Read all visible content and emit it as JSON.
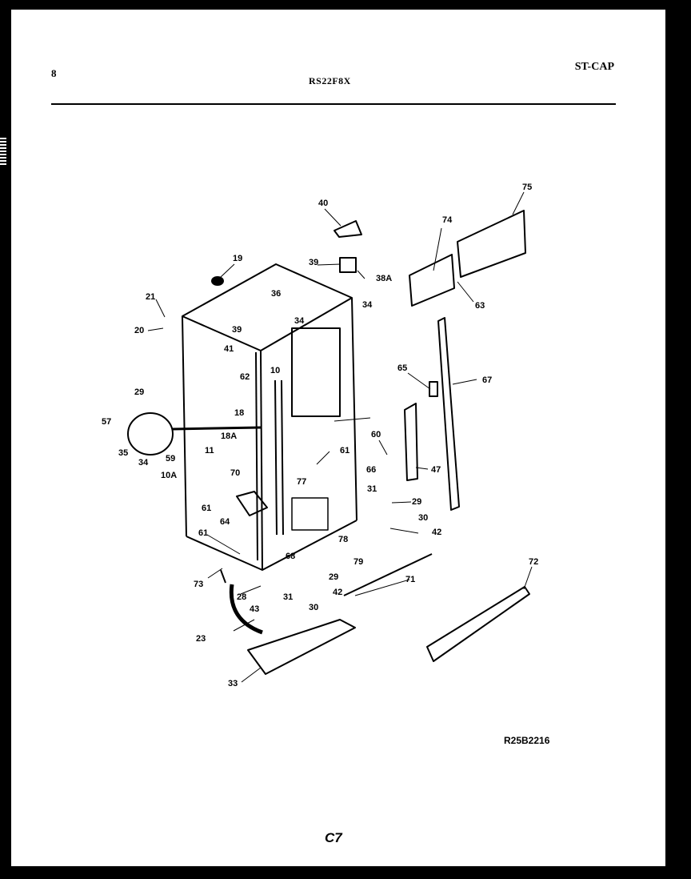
{
  "header": {
    "page_number": "8",
    "model": "RS22F8X",
    "section_code": "ST-CAP"
  },
  "drawing_code": "R25B2216",
  "footer_code": "C7",
  "callouts": [
    "19",
    "21",
    "20",
    "36",
    "39",
    "34",
    "41",
    "62",
    "10",
    "18",
    "18A",
    "11",
    "10A",
    "29",
    "57",
    "35",
    "34",
    "59",
    "70",
    "61",
    "64",
    "61",
    "73",
    "28",
    "43",
    "23",
    "33",
    "30",
    "31",
    "68",
    "29",
    "42",
    "30",
    "29",
    "31",
    "78",
    "79",
    "71",
    "42",
    "77",
    "61",
    "66",
    "60",
    "47",
    "65",
    "67",
    "72",
    "63",
    "74",
    "75",
    "40",
    "39",
    "38A",
    "34"
  ]
}
